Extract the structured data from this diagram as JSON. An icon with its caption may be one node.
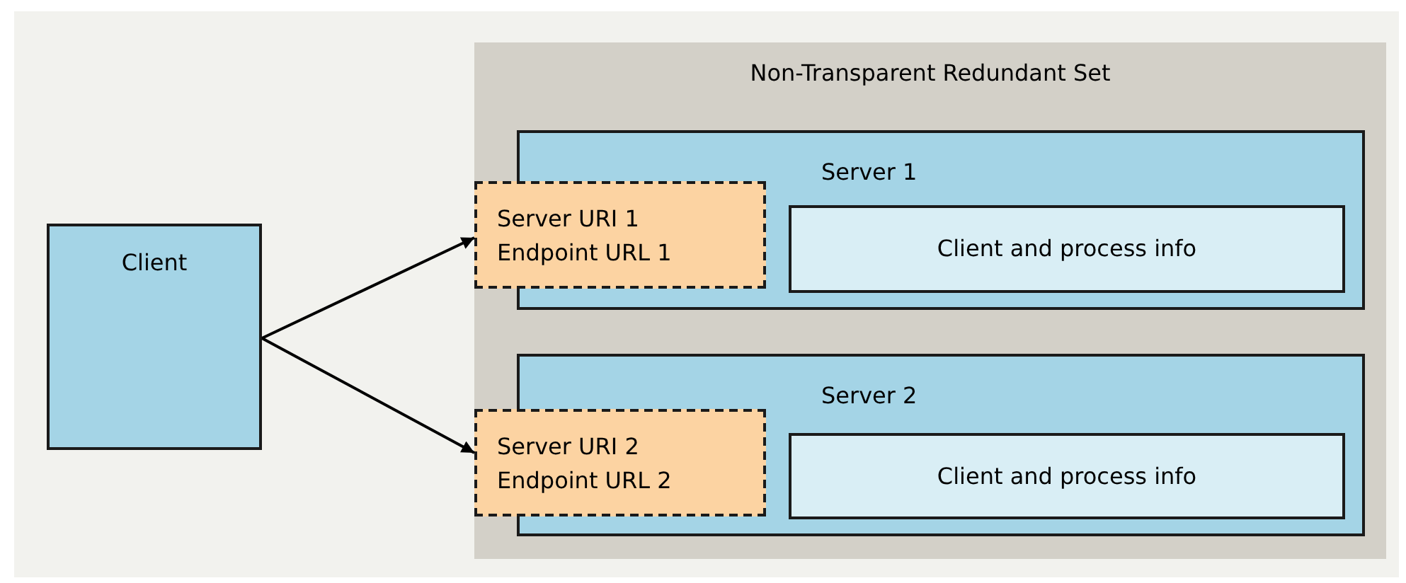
{
  "diagram": {
    "nodes": [
      {
        "text": [
          "Client"
        ]
      },
      {
        "text": [
          "Non-Transparent Redundant Set"
        ]
      },
      {
        "text": [
          "Server 1"
        ],
        "in": 1
      },
      {
        "text": [
          "Server URI 1",
          "Endpoint URL 1"
        ],
        "in": 1
      },
      {
        "text": [
          "Client and process info"
        ],
        "in": 2
      },
      {
        "text": [
          "Server 2"
        ],
        "in": 1
      },
      {
        "text": [
          "Server URI 2",
          "Endpoint URL 2"
        ],
        "in": 1
      },
      {
        "text": [
          "Client and process info"
        ],
        "in": 5
      }
    ],
    "edges": [
      {
        "from": 0,
        "to": 3,
        "arrow": "to"
      },
      {
        "from": 0,
        "to": 6,
        "arrow": "to"
      }
    ]
  }
}
